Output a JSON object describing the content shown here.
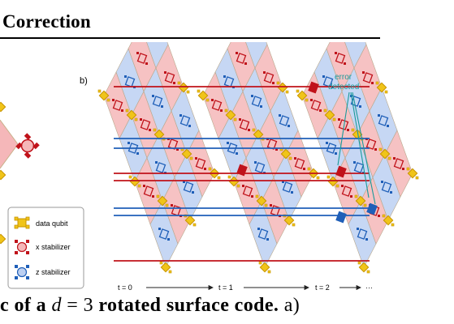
{
  "section": {
    "heading": "Correction"
  },
  "figure": {
    "panel_label": "b)",
    "annotation": [
      "error",
      "detected"
    ],
    "legend": [
      {
        "label": "data qubit",
        "icon": "data-qubit-icon",
        "color": "#f0c419"
      },
      {
        "label": "x stabilizer",
        "icon": "x-stabilizer-icon",
        "color": "#c0121a"
      },
      {
        "label": "z stabilizer",
        "icon": "z-stabilizer-icon",
        "color": "#1f5fb8"
      }
    ],
    "time_labels": [
      "t = 0",
      "t = 1",
      "t = 2",
      "···"
    ],
    "colors": {
      "red_face": "#f5b7b9",
      "blue_face": "#bcd0f2",
      "x_line": "#c0121a",
      "z_line": "#1f5fb8",
      "data_qubit": "#f0c419",
      "annotation": "#1a9a9a"
    }
  },
  "caption": {
    "prefix": "c of a",
    "math_d": "d",
    "equals": "=",
    "value": "3",
    "suffix": "rotated surface code.",
    "tail": "a)"
  }
}
